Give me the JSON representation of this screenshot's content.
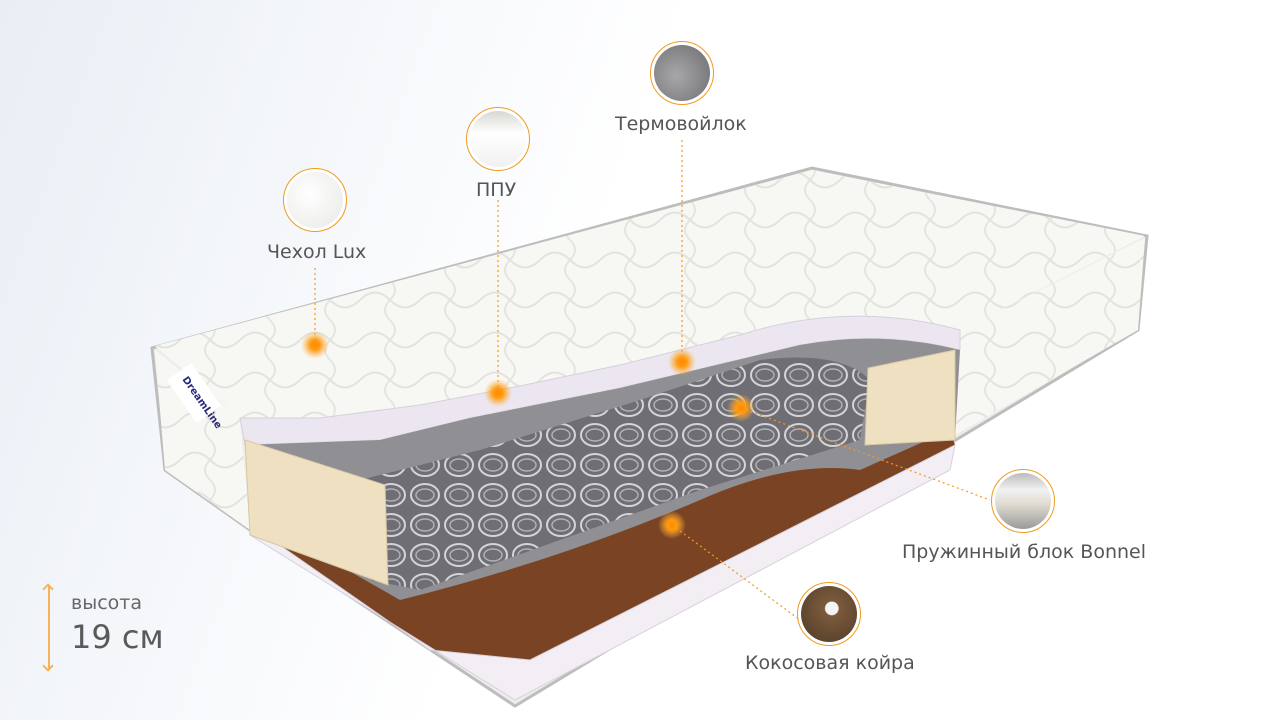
{
  "brand": "DreamLine",
  "height": {
    "caption": "высота",
    "value": "19 см"
  },
  "layers": [
    {
      "label": "Чехол Lux"
    },
    {
      "label": "ППУ"
    },
    {
      "label": "Термовойлок"
    },
    {
      "label": "Пружинный блок Bonnel"
    },
    {
      "label": "Кокосовая койра"
    }
  ],
  "colors": {
    "accent": "#f39a1e",
    "coconut": "#7a4424",
    "felt": "#8f8f94",
    "foam": "#ece6f0",
    "side_block": "#efe0c2"
  }
}
